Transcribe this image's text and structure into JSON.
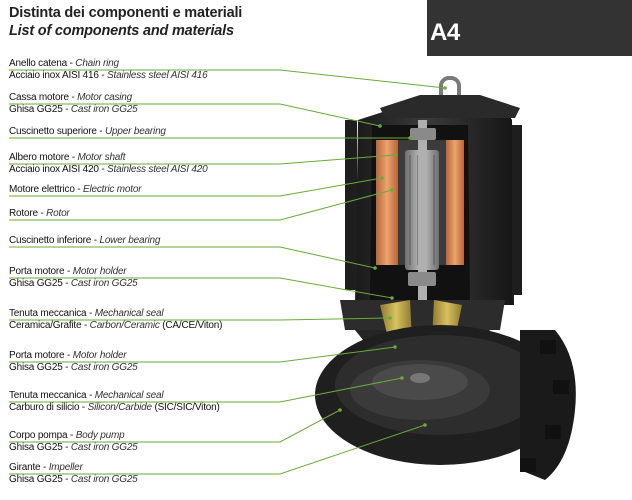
{
  "header": {
    "title_it": "Distinta dei componenti e materiali",
    "title_en": "List of components and materials",
    "badge": "A4"
  },
  "components": [
    {
      "name_it": "Anello catena",
      "name_en": "Chain ring",
      "material_it": "Acciaio inox AISI 416",
      "material_en": "Stainless steel AISI 416",
      "material_suffix": ""
    },
    {
      "name_it": "Cassa motore",
      "name_en": "Motor casing",
      "material_it": "Ghisa GG25",
      "material_en": "Cast iron GG25",
      "material_suffix": ""
    },
    {
      "name_it": "Cuscinetto superiore",
      "name_en": "Upper bearing",
      "material_it": "",
      "material_en": "",
      "material_suffix": ""
    },
    {
      "name_it": "Albero motore",
      "name_en": "Motor shaft",
      "material_it": "Acciaio inox AISI 420",
      "material_en": "Stainless steel AISI 420",
      "material_suffix": ""
    },
    {
      "name_it": "Motore elettrico",
      "name_en": "Electric motor",
      "material_it": "",
      "material_en": "",
      "material_suffix": ""
    },
    {
      "name_it": "Rotore",
      "name_en": "Rotor",
      "material_it": "",
      "material_en": "",
      "material_suffix": ""
    },
    {
      "name_it": "Cuscinetto inferiore",
      "name_en": "Lower bearing",
      "material_it": "",
      "material_en": "",
      "material_suffix": ""
    },
    {
      "name_it": "Porta motore",
      "name_en": "Motor holder",
      "material_it": "Ghisa GG25",
      "material_en": "Cast iron GG25",
      "material_suffix": ""
    },
    {
      "name_it": "Tenuta meccanica",
      "name_en": "Mechanical seal",
      "material_it": "Ceramica/Grafite",
      "material_en": "Carbon/Ceramic",
      "material_suffix": "(CA/CE/Viton)"
    },
    {
      "name_it": "Porta motore",
      "name_en": "Motor holder",
      "material_it": "Ghisa GG25",
      "material_en": "Cast iron GG25",
      "material_suffix": ""
    },
    {
      "name_it": "Tenuta meccanica",
      "name_en": "Mechanical seal",
      "material_it": "Carburo di silicio",
      "material_en": "Silicon/Carbide",
      "material_suffix": "(SIC/SIC/Viton)"
    },
    {
      "name_it": "Corpo pompa",
      "name_en": "Body pump",
      "material_it": "Ghisa GG25",
      "material_en": "Cast iron GG25",
      "material_suffix": ""
    },
    {
      "name_it": "Girante",
      "name_en": "Impeller",
      "material_it": "Ghisa GG25",
      "material_en": "Cast iron GG25",
      "material_suffix": ""
    }
  ],
  "colors": {
    "leader_line": "#6aaa3a",
    "badge_bg": "#333333",
    "pump_body": "#262626",
    "copper": "#d68a52",
    "rotor": "#9a9a9a",
    "seal": "#b8a24a"
  }
}
